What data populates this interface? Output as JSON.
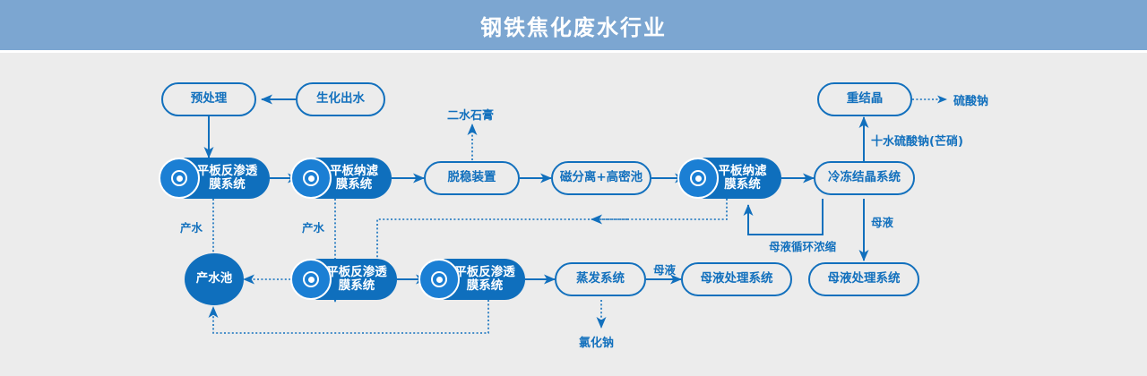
{
  "header": {
    "title": "钢铁焦化废水行业",
    "bg_color": "#7ca6d1"
  },
  "theme": {
    "page_bg": "#ececec",
    "line_color": "#1270bd",
    "node_fill": "#0f6fbd",
    "node_text_light": "#ffffff",
    "node_text_dark": "#1270bd"
  },
  "nodes": {
    "pretreatment": {
      "label": "预处理",
      "style": "outline"
    },
    "bio_effluent": {
      "label": "生化出水",
      "style": "outline"
    },
    "ro1_line1": {
      "label": "平板反渗透",
      "line2": "膜系统",
      "style": "filled",
      "icon": "membrane-disc-icon"
    },
    "nf1_line1": {
      "label": "平板纳滤",
      "line2": "膜系统",
      "style": "filled",
      "icon": "membrane-disc-icon"
    },
    "destabilizer": {
      "label": "脱稳装置",
      "style": "outline"
    },
    "magsep": {
      "label": "磁分离+高密池",
      "style": "outline"
    },
    "nf2_line1": {
      "label": "平板纳滤",
      "line2": "膜系统",
      "style": "filled",
      "icon": "membrane-disc-icon"
    },
    "freeze_cryst": {
      "label": "冷冻结晶系统",
      "style": "outline"
    },
    "recrystallize": {
      "label": "重结晶",
      "style": "outline"
    },
    "product_water_pool": {
      "label": "产水池",
      "style": "ellipse"
    },
    "ro2_line1": {
      "label": "平板反渗透",
      "line2": "膜系统",
      "style": "filled",
      "icon": "membrane-disc-icon"
    },
    "ro3_line1": {
      "label": "平板反渗透",
      "line2": "膜系统",
      "style": "filled",
      "icon": "membrane-disc-icon"
    },
    "evaporation": {
      "label": "蒸发系统",
      "style": "outline"
    },
    "mother_liquor_1": {
      "label": "母液处理系统",
      "style": "outline"
    },
    "mother_liquor_2": {
      "label": "母液处理系统",
      "style": "outline"
    }
  },
  "edge_labels": {
    "product_water_1": "产水",
    "product_water_2": "产水",
    "mother_liquor_a": "母液",
    "mother_liquor_b": "母液",
    "mother_recycle": "母液循环浓缩"
  },
  "output_labels": {
    "gypsum": "二水石膏",
    "sodium_chloride": "氯化钠",
    "sodium_sulfate": "硫酸钠",
    "glaubers_salt": "十水硫酸钠(芒硝)"
  }
}
